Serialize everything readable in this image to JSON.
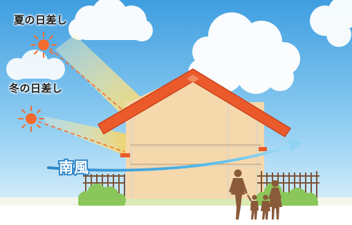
{
  "labels": {
    "summer_sun": "夏の日差し",
    "winter_sun": "冬の日差し",
    "south_wind": "南風"
  },
  "colors": {
    "sky_top": "#3f9ee0",
    "sky_bottom": "#dff1fb",
    "sun": "#f26b2e",
    "roof": "#ea5a2b",
    "wall": "#f6d8ad",
    "trim": "#f2e6cf",
    "wind": "#4fb6e8",
    "sunbeam": "#f4dc74",
    "bush": "#8ac65a",
    "silhouette": "#8a5a3a",
    "grass": "#dbe9b6"
  }
}
